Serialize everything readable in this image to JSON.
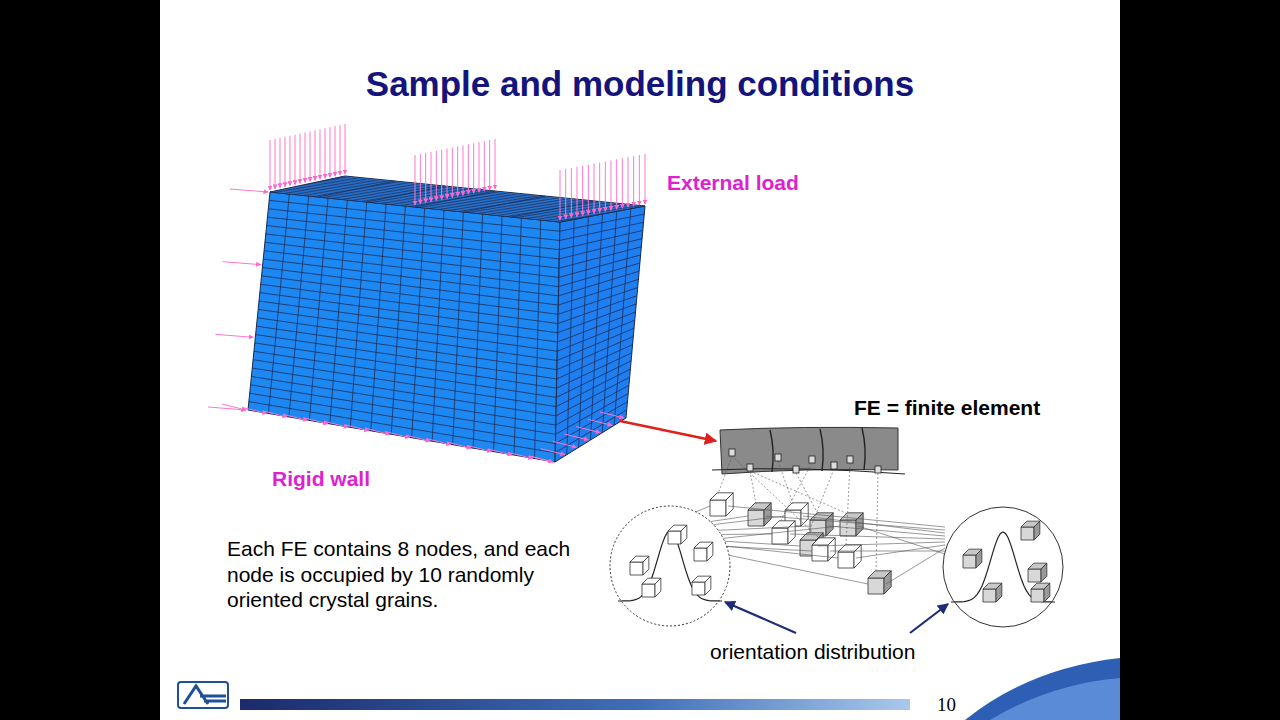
{
  "diagram": {
    "title": "Sample and modeling conditions",
    "labels": [
      "External load",
      "FE = finite element",
      "Rigid wall",
      "Each FE contains 8 nodes, and each node is occupied by 10 randomly oriented crystal grains.",
      "orientation distribution",
      "10"
    ]
  }
}
